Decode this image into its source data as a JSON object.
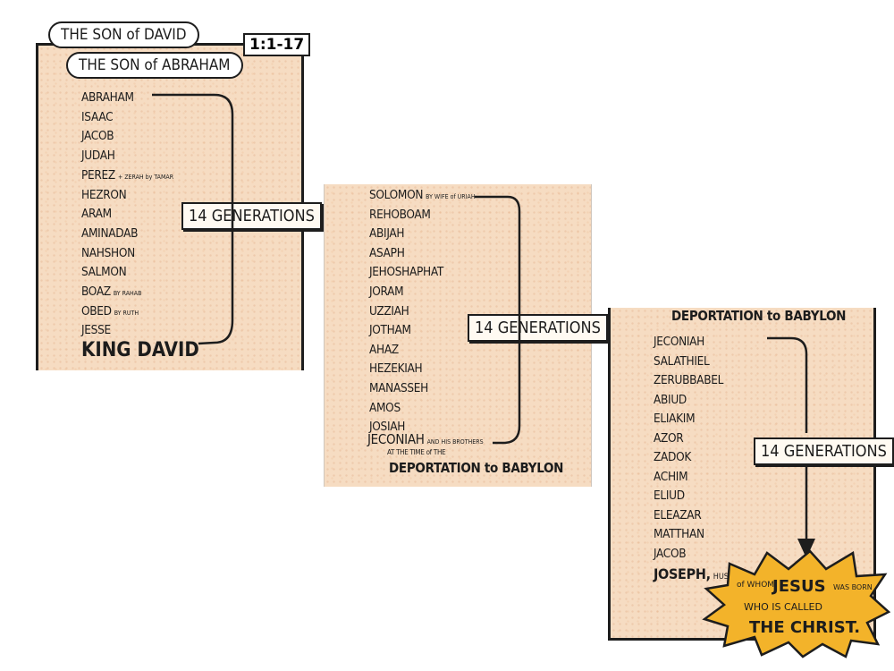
{
  "panel1": {
    "title_line1": "THE SON of DAVID",
    "title_line2": "THE SON of ABRAHAM",
    "reference": "1:1-17",
    "names": [
      {
        "name": "ABRAHAM",
        "note": ""
      },
      {
        "name": "ISAAC",
        "note": ""
      },
      {
        "name": "JACOB",
        "note": ""
      },
      {
        "name": "JUDAH",
        "note": ""
      },
      {
        "name": "PEREZ",
        "note": "+ ZERAH by TAMAR"
      },
      {
        "name": "HEZRON",
        "note": ""
      },
      {
        "name": "ARAM",
        "note": ""
      },
      {
        "name": "AMINADAB",
        "note": ""
      },
      {
        "name": "NAHSHON",
        "note": ""
      },
      {
        "name": "SALMON",
        "note": ""
      },
      {
        "name": "BOAZ",
        "note": "BY RAHAB"
      },
      {
        "name": "OBED",
        "note": "BY RUTH"
      },
      {
        "name": "JESSE",
        "note": ""
      }
    ],
    "final": "KING DAVID",
    "generations": "14 GENERATIONS"
  },
  "panel2": {
    "names": [
      {
        "name": "SOLOMON",
        "note": "BY WIFE of URIAH"
      },
      {
        "name": "REHOBOAM",
        "note": ""
      },
      {
        "name": "ABIJAH",
        "note": ""
      },
      {
        "name": "ASAPH",
        "note": ""
      },
      {
        "name": "JEHOSHAPHAT",
        "note": ""
      },
      {
        "name": "JORAM",
        "note": ""
      },
      {
        "name": "UZZIAH",
        "note": ""
      },
      {
        "name": "JOTHAM",
        "note": ""
      },
      {
        "name": "AHAZ",
        "note": ""
      },
      {
        "name": "HEZEKIAH",
        "note": ""
      },
      {
        "name": "MANASSEH",
        "note": ""
      },
      {
        "name": "AMOS",
        "note": ""
      },
      {
        "name": "JOSIAH",
        "note": ""
      }
    ],
    "final": "JECONIAH",
    "final_note": "AND HIS BROTHERS",
    "time_note": "AT THE TIME of THE",
    "deportation": "DEPORTATION to BABYLON",
    "generations": "14 GENERATIONS"
  },
  "panel3": {
    "header": "DEPORTATION to BABYLON",
    "names": [
      "JECONIAH",
      "SALATHIEL",
      "ZERUBBABEL",
      "ABIUD",
      "ELIAKIM",
      "AZOR",
      "ZADOK",
      "ACHIM",
      "ELIUD",
      "ELEAZAR",
      "MATTHAN",
      "JACOB"
    ],
    "final": "JOSEPH,",
    "final_note": "HUSBAND of MARY",
    "generations": "14 GENERATIONS",
    "burst_line1": "of WHOM",
    "burst_jesus": "JESUS",
    "burst_was_born": "WAS BORN",
    "burst_line2": "WHO IS CALLED",
    "burst_line3": "THE CHRIST."
  },
  "colors": {
    "paper": "#f6dcc2",
    "ink": "#1d1d1d",
    "burst": "#f3b32a"
  }
}
